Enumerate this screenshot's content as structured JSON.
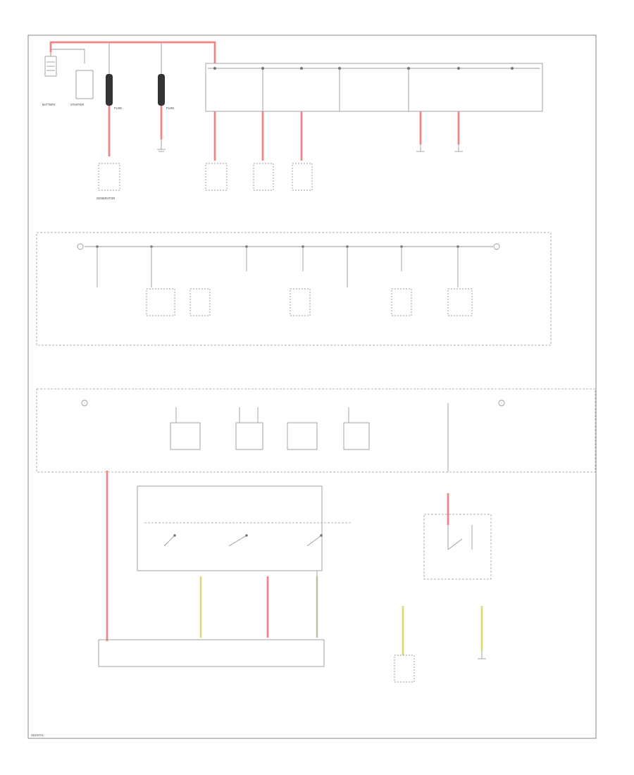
{
  "title": "",
  "labels": {
    "battery": "BATTERY",
    "starter": "STARTER",
    "fuse_1": "FUSE",
    "fuse_2": "FUSE",
    "generator": "GENERATOR",
    "footer": "S01H7A1"
  },
  "colors": {
    "frame": "#888888",
    "wire": "#9a9a9a",
    "power_wire": "#f4a9a9",
    "power_wire_core": "#f06060",
    "ignition_wire": "#f2ee99",
    "accessory_wire": "#e5ddb8",
    "fuse_link": "#333333"
  }
}
